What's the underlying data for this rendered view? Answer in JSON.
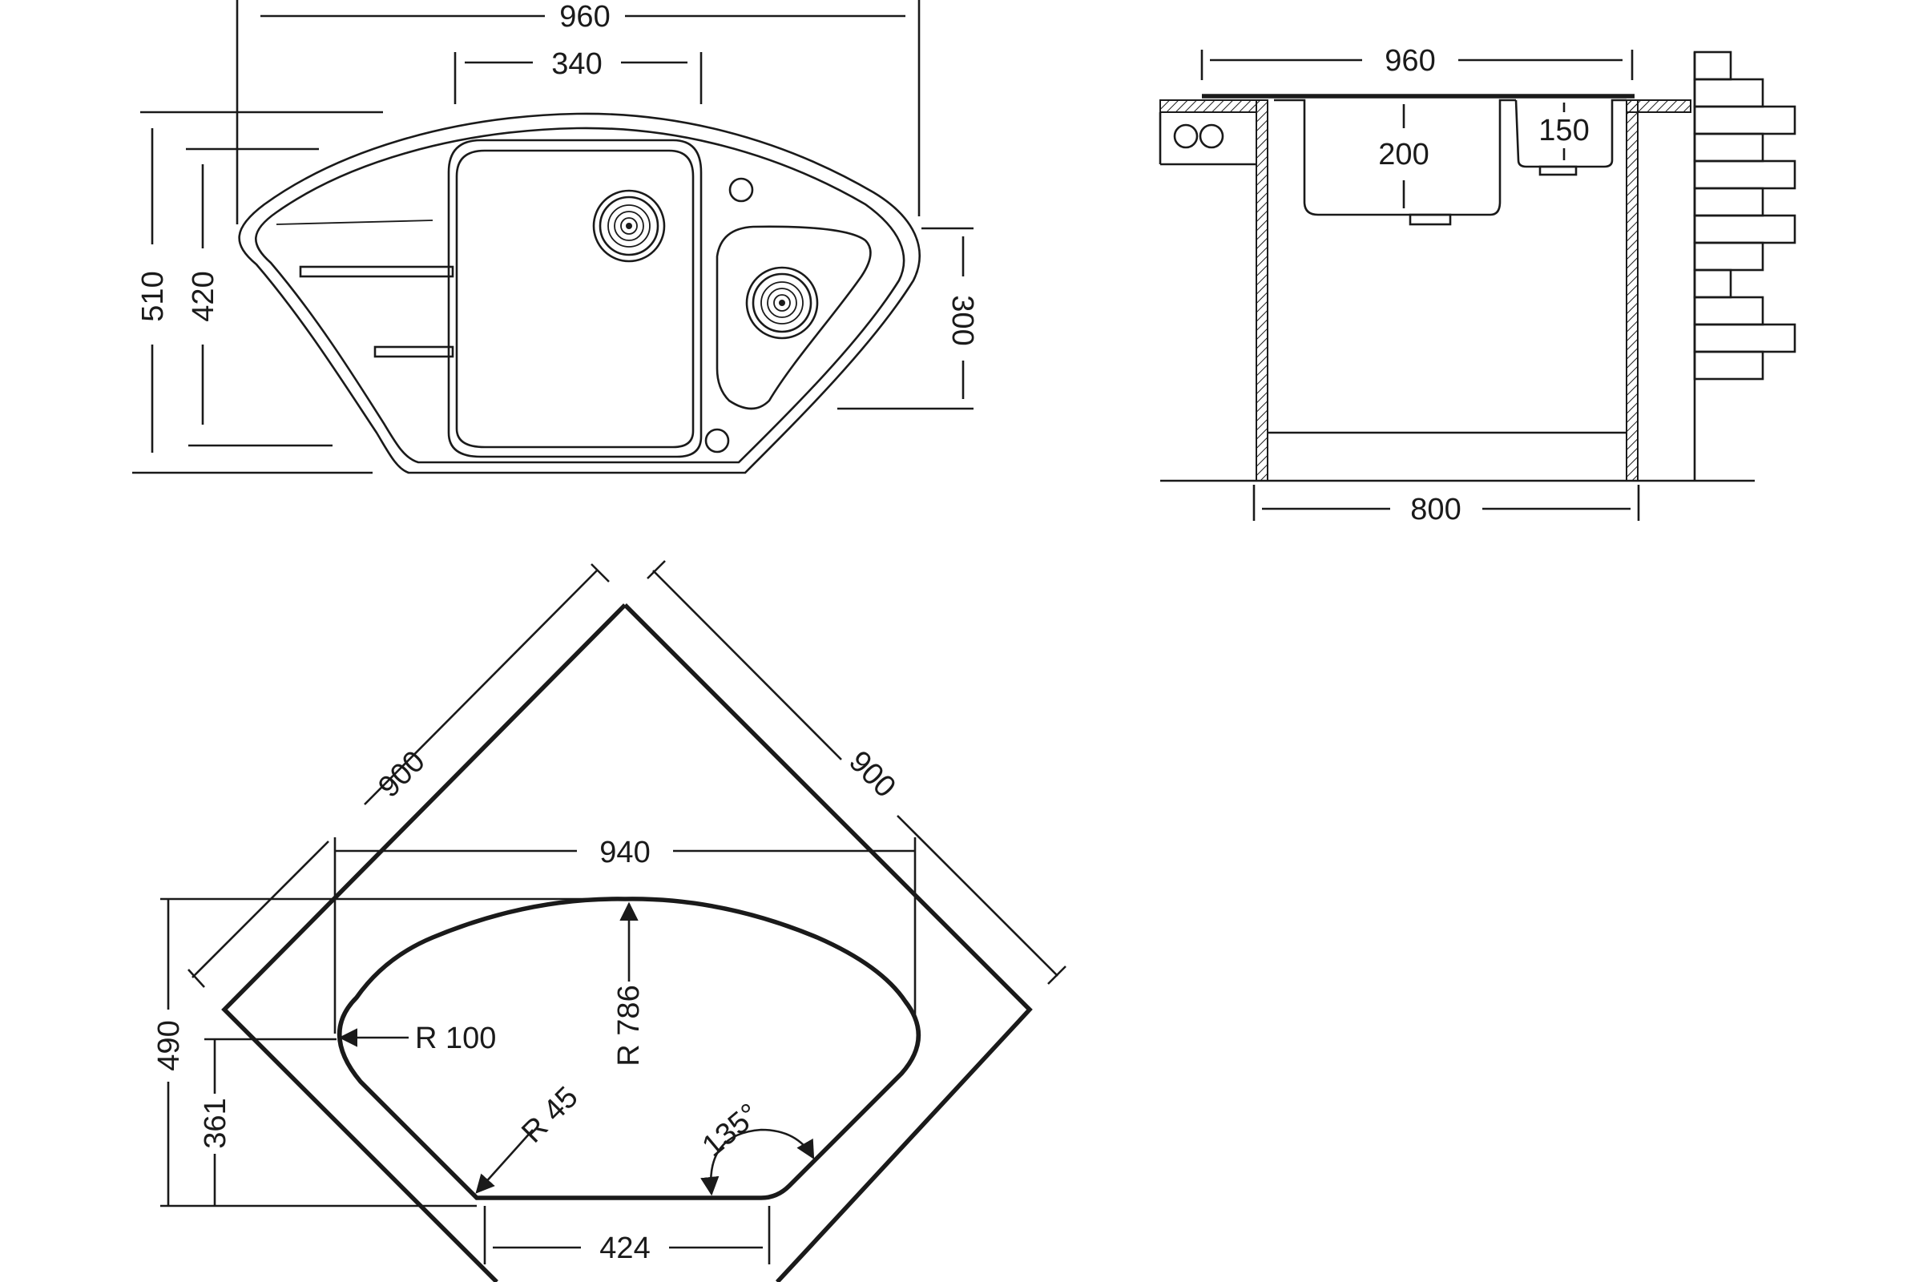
{
  "top_view": {
    "dims": {
      "overall_width": "960",
      "bowl_width": "340",
      "overall_depth": "510",
      "inner_depth": "420",
      "small_bowl_depth": "300"
    }
  },
  "side_view": {
    "dims": {
      "overall_width": "960",
      "main_bowl_depth": "200",
      "small_bowl_depth": "150",
      "cabinet_width": "800"
    }
  },
  "cutout_view": {
    "dims": {
      "side_left": "900",
      "side_right": "900",
      "width": "940",
      "height_total": "490",
      "height_lower": "361",
      "bottom_width": "424",
      "radius_corner": "R 100",
      "radius_arc": "R 786",
      "radius_small": "R 45",
      "angle": "135°"
    }
  }
}
